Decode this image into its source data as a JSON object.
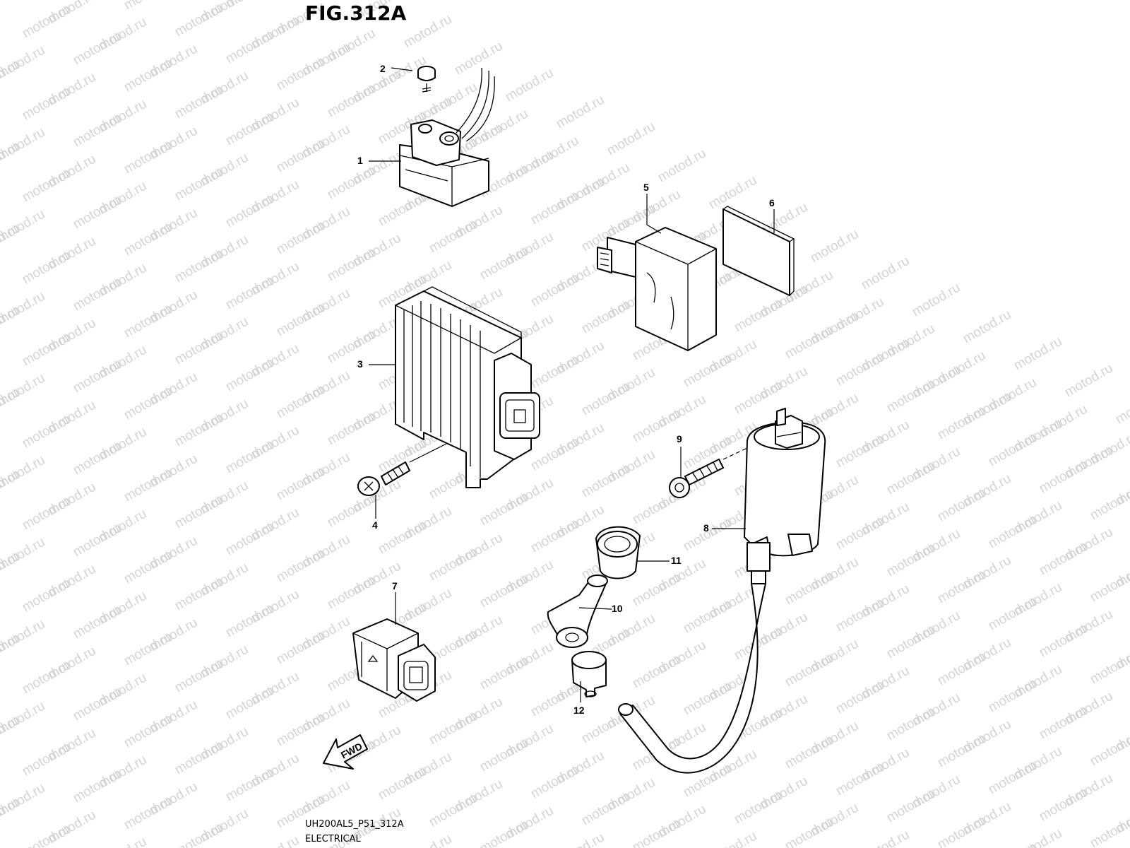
{
  "figure": {
    "title": "FIG.312A",
    "model_code": "UH200AL5_P51_312A",
    "section": "ELECTRICAL",
    "fwd_label": "FWD",
    "watermark": "motod.ru"
  },
  "callouts": [
    {
      "id": "1",
      "label": "1",
      "part": "relay"
    },
    {
      "id": "2",
      "label": "2",
      "part": "relay-cap"
    },
    {
      "id": "3",
      "label": "3",
      "part": "regulator-rectifier"
    },
    {
      "id": "4",
      "label": "4",
      "part": "regulator-screw"
    },
    {
      "id": "5",
      "label": "5",
      "part": "ecm-unit"
    },
    {
      "id": "6",
      "label": "6",
      "part": "ecm-cushion"
    },
    {
      "id": "7",
      "label": "7",
      "part": "connector"
    },
    {
      "id": "8",
      "label": "8",
      "part": "ignition-coil"
    },
    {
      "id": "9",
      "label": "9",
      "part": "coil-bolt"
    },
    {
      "id": "10",
      "label": "10",
      "part": "plug-cap"
    },
    {
      "id": "11",
      "label": "11",
      "part": "plug-cap-boot"
    },
    {
      "id": "12",
      "label": "12",
      "part": "plug-cap-seal"
    }
  ]
}
